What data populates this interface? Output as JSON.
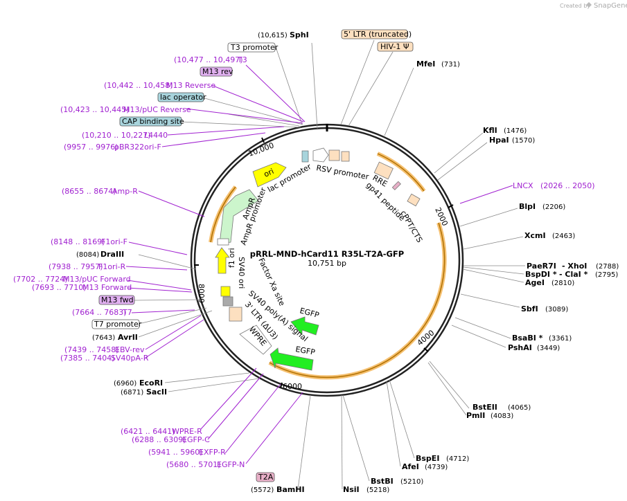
{
  "brand": {
    "created_by": "Created by",
    "name": "SnapGene"
  },
  "plasmid": {
    "name": "pRRL-MND-hCard11 R35L-T2A-GFP",
    "length": "10,751 bp"
  },
  "ticks": [
    "2000",
    "4000",
    "6000",
    "8000",
    "10,000"
  ],
  "restriction_sites": {
    "sphi": {
      "name": "SphI",
      "pos": "(10,615)"
    },
    "mfei": {
      "name": "MfeI",
      "pos": "(731)"
    },
    "kfli": {
      "name": "KflI",
      "pos": "(1476)"
    },
    "hpai": {
      "name": "HpaI",
      "pos": "(1570)"
    },
    "blpi": {
      "name": "BlpI",
      "pos": "(2206)"
    },
    "xcmi": {
      "name": "XcmI",
      "pos": "(2463)"
    },
    "paer7i": {
      "name": "PaeR7I",
      "pos": "(2788)"
    },
    "xhoi": {
      "name": "- XhoI"
    },
    "bspdi": {
      "name": "BspDI *",
      "pos": "(2795)"
    },
    "clai": {
      "name": "- ClaI *"
    },
    "agei": {
      "name": "AgeI",
      "pos": "(2810)"
    },
    "sbfi": {
      "name": "SbfI",
      "pos": "(3089)"
    },
    "bsabi": {
      "name": "BsaBI *",
      "pos": "(3361)"
    },
    "pshai": {
      "name": "PshAI",
      "pos": "(3449)"
    },
    "bsteii": {
      "name": "BstEII",
      "pos": "(4065)"
    },
    "pmli": {
      "name": "PmlI",
      "pos": "(4083)"
    },
    "bspei": {
      "name": "BspEI",
      "pos": "(4712)"
    },
    "afei": {
      "name": "AfeI",
      "pos": "(4739)"
    },
    "bstbi": {
      "name": "BstBI",
      "pos": "(5210)"
    },
    "nsii": {
      "name": "NsiI",
      "pos": "(5218)"
    },
    "bamhi": {
      "name": "BamHI",
      "pos": "(5572)"
    },
    "sacii": {
      "name": "SacII",
      "pos": "(6871)"
    },
    "ecori": {
      "name": "EcoRI",
      "pos": "(6960)"
    },
    "avrii": {
      "name": "AvrII",
      "pos": "(7643)"
    },
    "draiii": {
      "name": "DraIII",
      "pos": "(8084)"
    }
  },
  "primers": {
    "t3": {
      "pos": "(10,477 .. 10,497)",
      "name": "T3"
    },
    "m13rev": {
      "pos": "(10,442 .. 10,458)",
      "name": "M13 Reverse"
    },
    "m13puc_rev": {
      "pos": "(10,423 .. 10,445)",
      "name": "M13/pUC Reverse"
    },
    "l4440": {
      "pos": "(10,210 .. 10,227)",
      "name": "L4440"
    },
    "pbr322": {
      "pos": "(9957 .. 9976)",
      "name": "pBR322ori-F"
    },
    "lncx": {
      "name": "LNCX",
      "pos": "(2026 .. 2050)"
    },
    "ampr": {
      "pos": "(8655 .. 8674)",
      "name": "Amp-R"
    },
    "f1ori_f": {
      "pos": "(8148 .. 8169)",
      "name": "F1ori-F"
    },
    "f1ori_r": {
      "pos": "(7938 .. 7957)",
      "name": "F1ori-R"
    },
    "m13puc_fwd": {
      "pos": "(7702 .. 7724)",
      "name": "M13/pUC Forward"
    },
    "m13fwd": {
      "pos": "(7693 .. 7710)",
      "name": "M13 Forward"
    },
    "t7": {
      "pos": "(7664 .. 7683)",
      "name": "T7"
    },
    "ebvrev": {
      "pos": "(7439 .. 7458)",
      "name": "EBV-rev"
    },
    "sv40pa": {
      "pos": "(7385 .. 7404)",
      "name": "SV40pA-R"
    },
    "wprer": {
      "pos": "(6421 .. 6441)",
      "name": "WPRE-R"
    },
    "egfpc": {
      "pos": "(6288 .. 6309)",
      "name": "EGFP-C"
    },
    "exfpr": {
      "pos": "(5941 .. 5960)",
      "name": "EXFP-R"
    },
    "egfpn": {
      "pos": "(5680 .. 5701)",
      "name": "EGFP-N"
    }
  },
  "tags": {
    "t3_promoter": "T3 promoter",
    "m13_rev": "M13 rev",
    "lac_operator": "lac operator",
    "cap_site": "CAP binding site",
    "ltr5": "5' LTR (truncated)",
    "hiv_psi": "HIV-1 Ψ",
    "m13_fwd": "M13 fwd",
    "t7_promoter": "T7 promoter",
    "t2a": "T2A"
  },
  "features": {
    "ori": "ori",
    "lac_promoter": "lac promoter",
    "rsv_promoter": "RSV promoter",
    "rre": "RRE",
    "gp41": "gp41 peptide",
    "cppt": "cPPT/CTS",
    "ampr": "AmpR",
    "ampr_promoter": "AmpR promoter",
    "f1_ori": "f1 ori",
    "sv40_ori": "SV40 ori",
    "factor_xa": "Factor Xa site",
    "egfp_inner": "EGFP",
    "sv40_polya": "SV40 poly(A) signal",
    "ltr3": "3' LTR (ΔU3)",
    "wpre": "WPRE",
    "egfp": "EGFP"
  },
  "colors": {
    "primer": "#a020d0",
    "ori": "#ffff00",
    "ampr": "#ccf5cc",
    "egfp": "#22ee22",
    "ltr": "#fde0c0",
    "lac_operator": "#a8d4dc",
    "m13_tag": "#e0b0f0",
    "t2a_tag": "#e8b0c8"
  }
}
